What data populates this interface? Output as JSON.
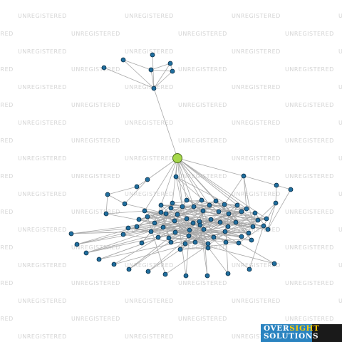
{
  "watermark": {
    "text": "UNREGISTERED"
  },
  "logo": {
    "line1_part1": "OVER",
    "line1_part2": "SIGHT",
    "line2": "SOLUTIONS"
  },
  "colors": {
    "background": "#ffffff",
    "edge": "#a8a8a8",
    "node_fill": "#1f6e9e",
    "node_stroke": "#0b2c44",
    "center_fill": "#a6d84a",
    "center_stroke": "#4f6e1e",
    "watermark": "#d4d4d4",
    "logo_dark": "#1a1a1a",
    "logo_blue": "#2a83c0",
    "logo_yellow": "#ffcc00"
  },
  "network": {
    "center_node": "center",
    "node_count": 86
  }
}
